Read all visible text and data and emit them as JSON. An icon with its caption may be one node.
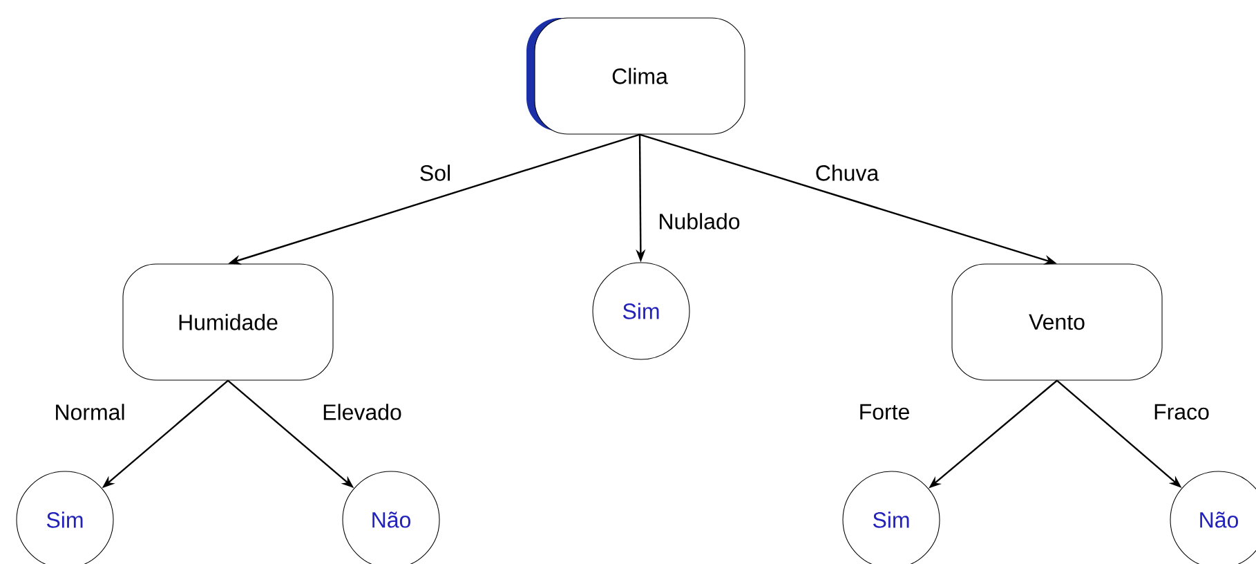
{
  "diagram": {
    "nodes": [
      {
        "text": [
          "Clima"
        ]
      },
      {
        "text": [
          "Humidade"
        ]
      },
      {
        "text": [
          "Sim"
        ]
      },
      {
        "text": [
          "Vento"
        ]
      },
      {
        "text": [
          "Sim"
        ]
      },
      {
        "text": [
          "Não"
        ]
      },
      {
        "text": [
          "Sim"
        ]
      },
      {
        "text": [
          "Não"
        ]
      }
    ],
    "edges": [
      {
        "from": 0,
        "to": 1,
        "arrow": "to",
        "label": "Sol"
      },
      {
        "from": 0,
        "to": 2,
        "arrow": "to",
        "label": "Nublado"
      },
      {
        "from": 0,
        "to": 3,
        "arrow": "to",
        "label": "Chuva"
      },
      {
        "from": 1,
        "to": 4,
        "arrow": "to",
        "label": "Normal"
      },
      {
        "from": 1,
        "to": 5,
        "arrow": "to",
        "label": "Elevado"
      },
      {
        "from": 3,
        "to": 6,
        "arrow": "to",
        "label": "Forte"
      },
      {
        "from": 3,
        "to": 7,
        "arrow": "to",
        "label": "Fraco"
      }
    ]
  }
}
